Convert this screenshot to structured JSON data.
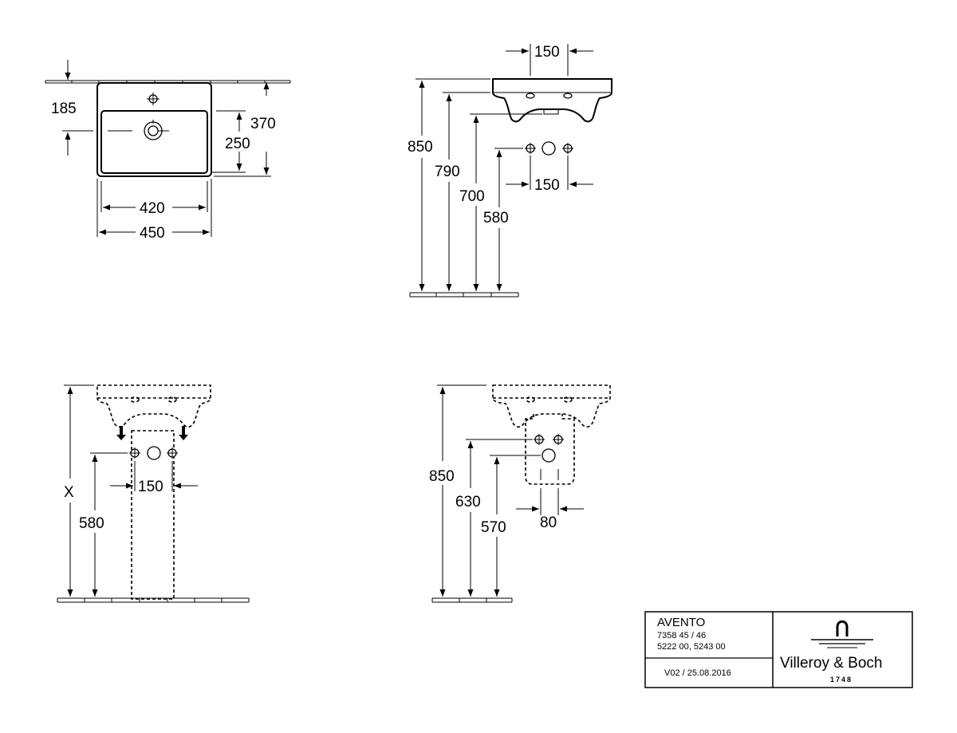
{
  "views": {
    "top": {
      "dims": [
        "185",
        "370",
        "250",
        "420",
        "450"
      ]
    },
    "side_with_siphon": {
      "dims": [
        "150",
        "850",
        "790",
        "700",
        "150",
        "580"
      ]
    },
    "front_pedestal": {
      "dims": [
        "X",
        "580",
        "150"
      ]
    },
    "side_half_pedestal": {
      "dims": [
        "850",
        "630",
        "570",
        "80"
      ]
    }
  },
  "title_block": {
    "product": "AVENTO",
    "codes_1": "7358 45 / 46",
    "codes_2": "5222 00, 5243 00",
    "version": "V02 / 25.08.2016",
    "brand": "Villeroy & Boch",
    "year": "1748"
  }
}
